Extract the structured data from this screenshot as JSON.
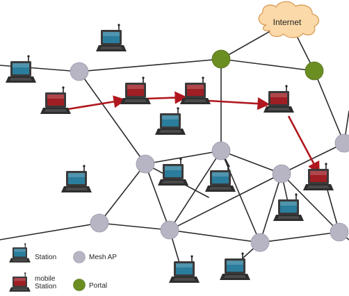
{
  "cloud": {
    "label": "Internet"
  },
  "legend": {
    "station": [
      "Station"
    ],
    "mesh_ap": [
      "Mesh AP"
    ],
    "mobile_station": [
      "mobile",
      "Station"
    ],
    "portal": [
      "Portal"
    ]
  },
  "colors": {
    "mesh_ap": "#b7b4c4",
    "portal": "#6b8e23",
    "cloud": "#fbd9a8",
    "cloud_stroke": "#d89a55",
    "link": "#2a2a2a",
    "mobile_path": "#b0171e",
    "laptop_body": "#3a3a3a",
    "station_screen": "#2a7d9c",
    "mobile_screen": "#9e1e24"
  },
  "icons": {
    "station": "laptop-icon",
    "mobile_station": "mobile-laptop-icon",
    "mesh_ap": "mesh-ap-node",
    "portal": "portal-node",
    "internet": "cloud-icon"
  }
}
